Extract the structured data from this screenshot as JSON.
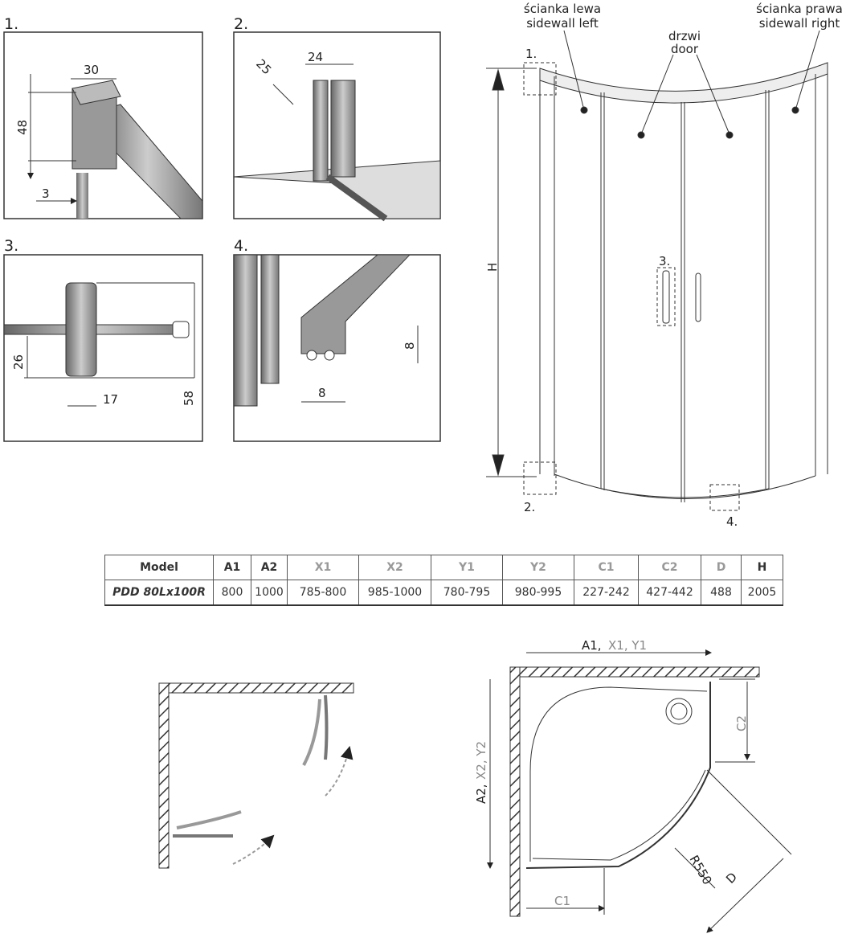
{
  "details": {
    "d1": {
      "label": "1.",
      "w": "30",
      "h": "48",
      "gap": "3"
    },
    "d2": {
      "label": "2.",
      "a": "25",
      "b": "24"
    },
    "d3": {
      "label": "3.",
      "a": "26",
      "b": "17",
      "c": "58"
    },
    "d4": {
      "label": "4.",
      "a": "8",
      "b": "8"
    }
  },
  "elevation": {
    "sidewall_left_pl": "ścianka lewa",
    "sidewall_left_en": "sidewall left",
    "door_pl": "drzwi",
    "door_en": "door",
    "sidewall_right_pl": "ścianka prawa",
    "sidewall_right_en": "sidewall right",
    "height_label": "H",
    "marker1": "1.",
    "marker2": "2.",
    "marker3": "3.",
    "marker4": "4."
  },
  "table": {
    "headers": [
      "Model",
      "A1",
      "A2",
      "X1",
      "X2",
      "Y1",
      "Y2",
      "C1",
      "C2",
      "D",
      "H"
    ],
    "row": [
      "PDD 80Lx100R",
      "800",
      "1000",
      "785-800",
      "985-1000",
      "780-795",
      "980-995",
      "227-242",
      "427-442",
      "488",
      "2005"
    ]
  },
  "plan": {
    "top_a": "A1,",
    "top_b": "X1, Y1",
    "left_a": "A2,",
    "left_b": "X2, Y2",
    "c1": "C1",
    "c2": "C2",
    "radius": "R550",
    "d": "D"
  }
}
